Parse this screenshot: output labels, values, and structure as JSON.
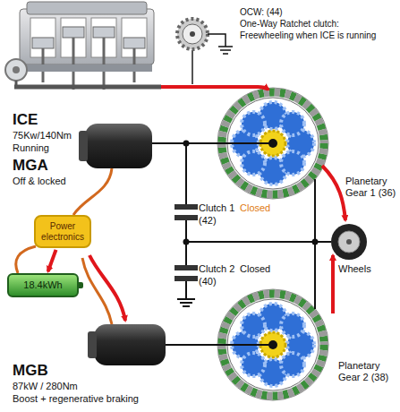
{
  "diagram": {
    "nodes": [
      {
        "text": [
          "Power electronics"
        ]
      },
      {
        "text": [
          "18.4kWh"
        ]
      }
    ],
    "edges": [
      {
        "from": 0,
        "to": 1,
        "arrow": "to"
      }
    ],
    "labels": [
      "OCW: (44)",
      "One-Way Ratchet clutch:",
      "Freewheeling when ICE is running",
      "ICE",
      "75Kw/140Nm",
      "Running",
      "MGA",
      "Off & locked",
      "Planetary Gear 1 (36)",
      "Clutch 1",
      "Closed",
      "(42)",
      "Clutch 2",
      "Closed",
      "(40)",
      "Wheels",
      "MGB",
      "87kW / 280Nm",
      "Boost + regenerative braking",
      "Planetary Gear 2 (38)"
    ]
  }
}
